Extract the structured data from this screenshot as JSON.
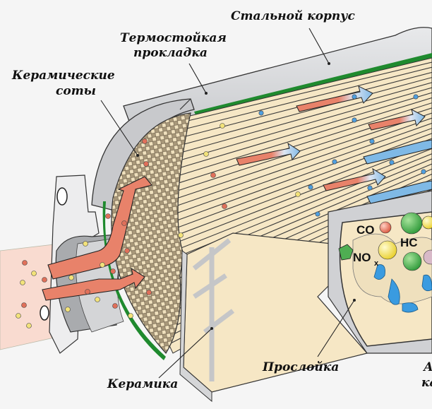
{
  "diagram": {
    "title": "Catalytic converter cross-section",
    "labels": {
      "steel_housing": "Стальной корпус",
      "heat_gasket_line1": "Термостойкая",
      "heat_gasket_line2": "прокладка",
      "ceramic_honeycomb_line1": "Керамические",
      "ceramic_honeycomb_line2": "соты",
      "ceramic": "Керамика",
      "interlayer": "Прослойка",
      "cut_off_line1": "А",
      "cut_off_line2": "ка"
    },
    "chemistry": {
      "co": "CO",
      "hc": "HC",
      "nox_main": "NO",
      "nox_sub": "x"
    },
    "colors": {
      "background": "#f5f5f5",
      "steel": "#c9cacc",
      "steel_dark": "#8d8f93",
      "gasket_green": "#1f8a2e",
      "ceramic_cream": "#f6e7c5",
      "honeycomb": "#b9a98a",
      "exhaust_hot": "#e8826a",
      "exhaust_clean": "#7fb9e6",
      "particle_red": "#e0705a",
      "particle_yellow": "#f2e27a",
      "particle_blue": "#4f9fe0",
      "molecule_green": "#3fae4a",
      "molecule_yellow": "#f3e25a",
      "washcoat_blue": "#3a9be0"
    }
  }
}
